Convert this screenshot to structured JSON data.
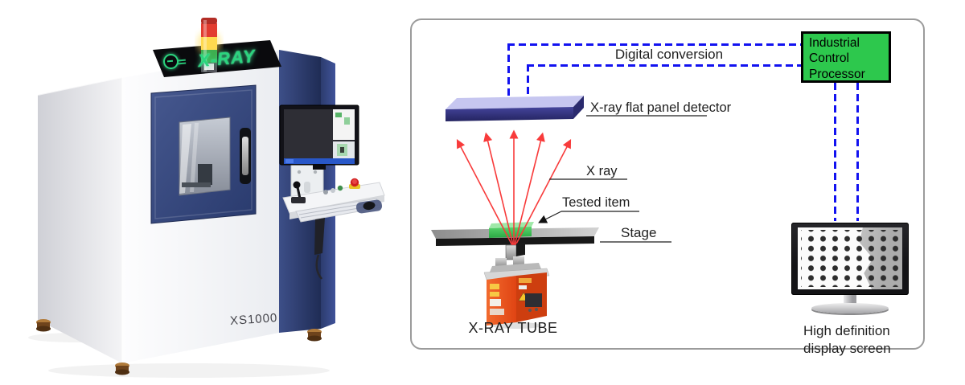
{
  "machine": {
    "logo_text": "X-RAY",
    "model": "XS1000"
  },
  "diagram": {
    "digital_conversion": "Digital conversion",
    "processor": "Industrial Control Processor",
    "detector": "X-ray flat panel detector",
    "xray": "X ray",
    "tested_item": "Tested item",
    "stage": "Stage",
    "tube": "X-RAY TUBE",
    "display": "High definition display screen"
  },
  "colors": {
    "dashed-blue": "#1212f0",
    "processor-green": "#2dc84d",
    "ray-red": "#f83b3b",
    "detector-top": "#c6c6f0",
    "detector-front": "#32327e",
    "stage-top": "#b5b5b5",
    "stage-front": "#181818",
    "item-green": "#3fc957",
    "tube-orange": "#ea4f1c",
    "navy": "#2c3b6e",
    "logo-green": "#2bd47e",
    "border-gray": "#9b9b9b",
    "label-ink": "#1f1f1f"
  }
}
